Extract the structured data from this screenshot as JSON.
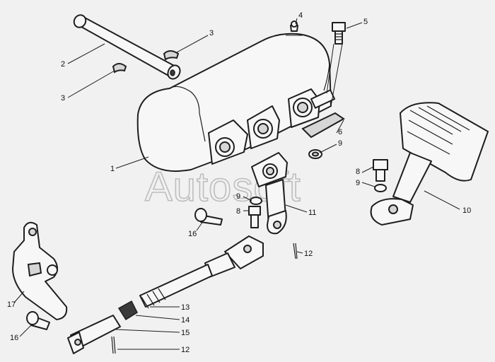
{
  "watermark": "Autosoft",
  "callouts": [
    {
      "id": "c1",
      "text": "1"
    },
    {
      "id": "c2",
      "text": "2"
    },
    {
      "id": "c3a",
      "text": "3"
    },
    {
      "id": "c3b",
      "text": "3"
    },
    {
      "id": "c4",
      "text": "4"
    },
    {
      "id": "c5",
      "text": "5"
    },
    {
      "id": "c6",
      "text": "6"
    },
    {
      "id": "c9a",
      "text": "9"
    },
    {
      "id": "c8a",
      "text": "8"
    },
    {
      "id": "c9b",
      "text": "9"
    },
    {
      "id": "c10",
      "text": "10"
    },
    {
      "id": "c9c",
      "text": "9"
    },
    {
      "id": "c8b",
      "text": "8"
    },
    {
      "id": "c11",
      "text": "11"
    },
    {
      "id": "c12a",
      "text": "12"
    },
    {
      "id": "c16a",
      "text": "16"
    },
    {
      "id": "c17",
      "text": "17"
    },
    {
      "id": "c13",
      "text": "13"
    },
    {
      "id": "c14",
      "text": "14"
    },
    {
      "id": "c15",
      "text": "15"
    },
    {
      "id": "c16b",
      "text": "16"
    },
    {
      "id": "c12b",
      "text": "12"
    }
  ]
}
